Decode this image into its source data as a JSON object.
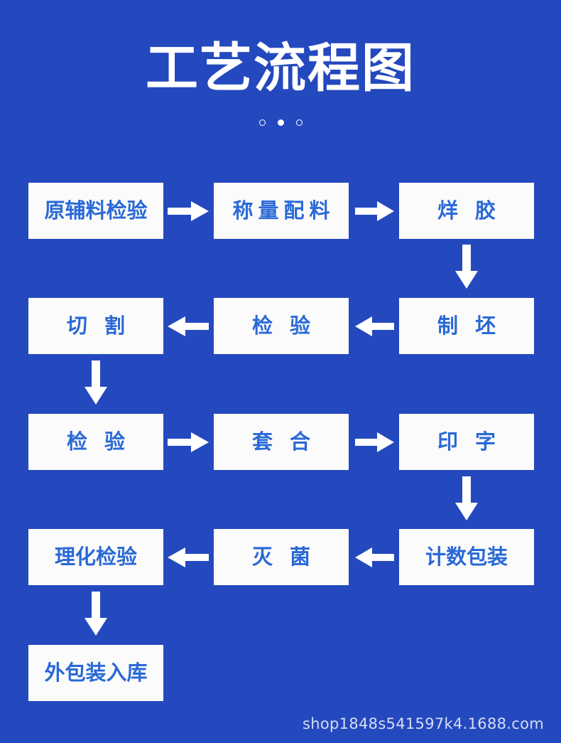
{
  "header": {
    "title": "工艺流程图",
    "dots": [
      {
        "name": "dot-1",
        "state": "hollow"
      },
      {
        "name": "dot-2",
        "state": "filled"
      },
      {
        "name": "dot-3",
        "state": "hollow"
      }
    ]
  },
  "colors": {
    "background": "#2449be",
    "box_fill": "#fbfbfb",
    "box_text": "#2a69d6",
    "title_text": "#ffffff",
    "arrow_fill": "#ffffff",
    "watermark_text": "#d4ddf4"
  },
  "flow": {
    "steps": [
      {
        "id": "step-1",
        "label": "原辅料检验",
        "row": 1,
        "col": 1
      },
      {
        "id": "step-2",
        "label": "称量配料",
        "row": 1,
        "col": 2
      },
      {
        "id": "step-3",
        "label": "烊 胶",
        "row": 1,
        "col": 3
      },
      {
        "id": "step-4",
        "label": "制 坯",
        "row": 2,
        "col": 3
      },
      {
        "id": "step-5",
        "label": "检 验",
        "row": 2,
        "col": 2
      },
      {
        "id": "step-6",
        "label": "切 割",
        "row": 2,
        "col": 1
      },
      {
        "id": "step-7",
        "label": "检 验",
        "row": 3,
        "col": 1
      },
      {
        "id": "step-8",
        "label": "套 合",
        "row": 3,
        "col": 2
      },
      {
        "id": "step-9",
        "label": "印 字",
        "row": 3,
        "col": 3
      },
      {
        "id": "step-10",
        "label": "计数包装",
        "row": 4,
        "col": 3
      },
      {
        "id": "step-11",
        "label": "灭 菌",
        "row": 4,
        "col": 2
      },
      {
        "id": "step-12",
        "label": "理化检验",
        "row": 4,
        "col": 1
      },
      {
        "id": "step-13",
        "label": "外包装入库",
        "row": 5,
        "col": 1
      }
    ],
    "connectors": [
      {
        "id": "arrow-1",
        "direction": "right",
        "from": "step-1",
        "to": "step-2"
      },
      {
        "id": "arrow-2",
        "direction": "right",
        "from": "step-2",
        "to": "step-3"
      },
      {
        "id": "arrow-3",
        "direction": "down",
        "from": "step-3",
        "to": "step-4"
      },
      {
        "id": "arrow-4",
        "direction": "left",
        "from": "step-4",
        "to": "step-5"
      },
      {
        "id": "arrow-5",
        "direction": "left",
        "from": "step-5",
        "to": "step-6"
      },
      {
        "id": "arrow-6",
        "direction": "down",
        "from": "step-6",
        "to": "step-7"
      },
      {
        "id": "arrow-7",
        "direction": "right",
        "from": "step-7",
        "to": "step-8"
      },
      {
        "id": "arrow-8",
        "direction": "right",
        "from": "step-8",
        "to": "step-9"
      },
      {
        "id": "arrow-9",
        "direction": "down",
        "from": "step-9",
        "to": "step-10"
      },
      {
        "id": "arrow-10",
        "direction": "left",
        "from": "step-10",
        "to": "step-11"
      },
      {
        "id": "arrow-11",
        "direction": "left",
        "from": "step-11",
        "to": "step-12"
      },
      {
        "id": "arrow-12",
        "direction": "down",
        "from": "step-12",
        "to": "step-13"
      }
    ]
  },
  "watermark": {
    "text": "shop1848s541597k4.1688.com"
  }
}
